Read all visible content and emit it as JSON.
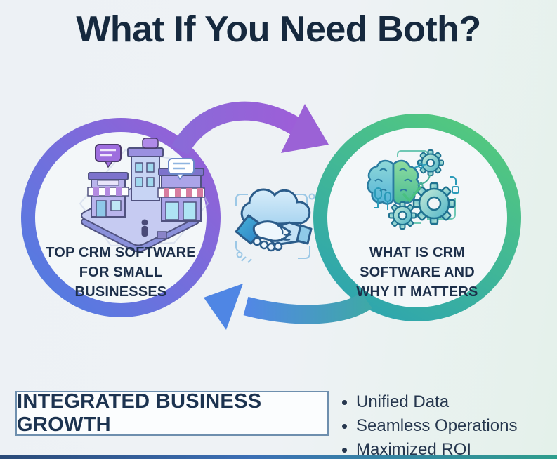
{
  "title": "What If You Need Both?",
  "cycle": {
    "left_circle": {
      "label": "TOP CRM SOFTWARE\nFOR SMALL\nBUSINESSES",
      "icon": "small-business-storefronts-illustration",
      "ring_gradient": [
        "#4d7ee2",
        "#9b5ed6"
      ]
    },
    "right_circle": {
      "label": "WHAT IS CRM\nSOFTWARE AND\nWHY IT MATTERS",
      "icon": "brain-and-gears-illustration",
      "ring_gradient": [
        "#2da4b0",
        "#53c87f"
      ]
    },
    "center_icon": "handshake-cloud-icon",
    "top_arrow_color": "#9b62d6",
    "bottom_arrow_color": "#4f86e4"
  },
  "footer": {
    "box_label": "INTEGRATED BUSINESS GROWTH",
    "benefits": [
      "Unified Data",
      "Seamless Operations",
      "Maximized ROI"
    ]
  },
  "colors": {
    "background": "#edf2f5",
    "heading_text": "#16293e",
    "box_border": "#6e8fae",
    "footer_bar": [
      "#2a4a78",
      "#2d9e8c"
    ]
  }
}
